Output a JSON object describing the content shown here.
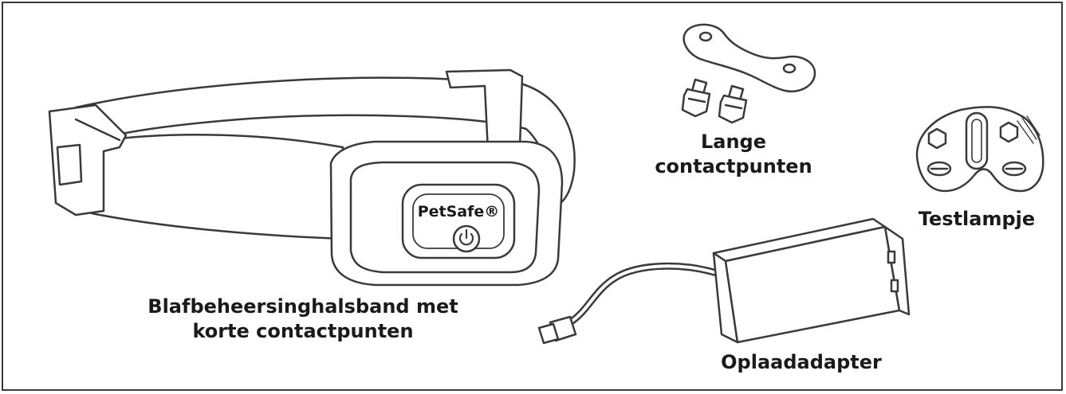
{
  "labels": {
    "collar_line1": "Blafbeheersinghalsband met",
    "collar_line2": "korte contactpunten",
    "long_contacts_line1": "Lange",
    "long_contacts_line2": "contactpunten",
    "test_light": "Testlampje",
    "charger": "Oplaadadapter"
  },
  "brand": {
    "logo": "PetSafe®"
  },
  "icons": {
    "power": "power-icon"
  },
  "colors": {
    "line": "#3a3a3a",
    "fill": "#ffffff",
    "text": "#1a1a1a"
  }
}
